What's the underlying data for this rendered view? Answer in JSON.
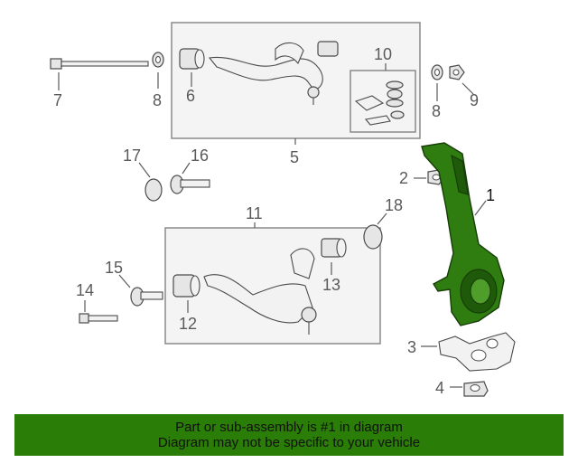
{
  "diagram": {
    "callouts": {
      "c1": "1",
      "c2": "2",
      "c3": "3",
      "c4": "4",
      "c5": "5",
      "c6": "6",
      "c7": "7",
      "c8a": "8",
      "c8b": "8",
      "c9": "9",
      "c10": "10",
      "c11": "11",
      "c12": "12",
      "c13": "13",
      "c14": "14",
      "c15": "15",
      "c16": "16",
      "c17": "17",
      "c18": "18"
    },
    "colors": {
      "highlight": "#2f7d10",
      "banner": "#2a7d06"
    }
  },
  "banner": {
    "line1": "Part or sub-assembly is #1 in diagram",
    "line2": "Diagram may not be specific to your vehicle"
  }
}
